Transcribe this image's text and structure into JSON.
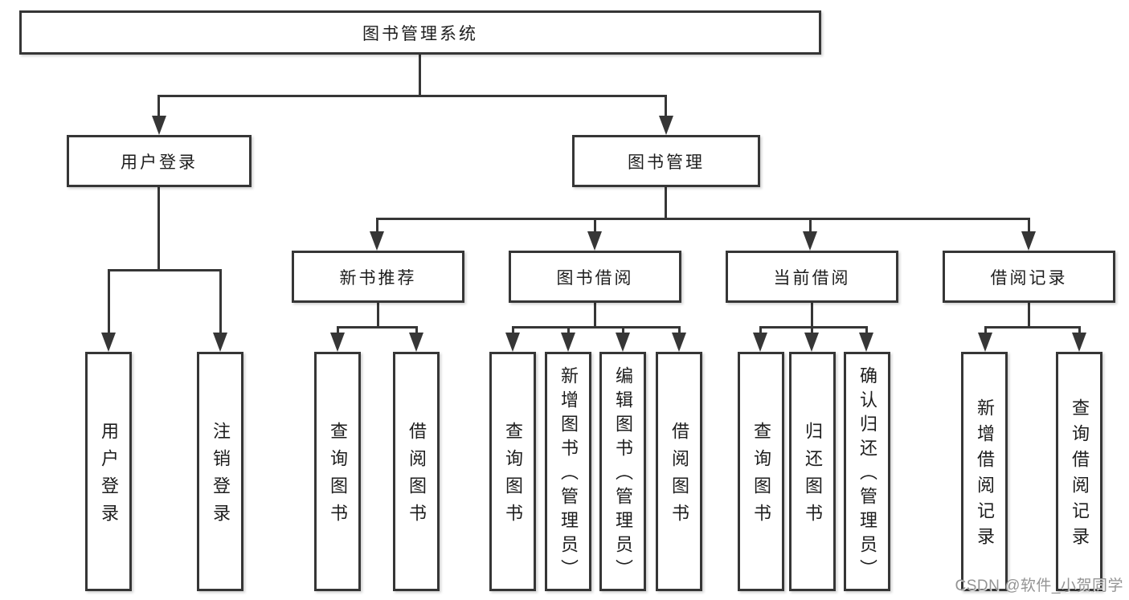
{
  "watermark": "CSDN @软件_小贺同学",
  "colors": {
    "line": "#363636",
    "text": "#1d1d1d",
    "background": "#ffffff",
    "watermark": "#949494"
  },
  "nodes": {
    "root": "图书管理系统",
    "userLogin": "用户登录",
    "bookMgmt": "图书管理",
    "newBookRec": "新书推荐",
    "bookBorrow": "图书借阅",
    "currentBorrow": "当前借阅",
    "borrowRecords": "借阅记录",
    "leafUserLogin": "用户登录",
    "leafLogout": "注销登录",
    "recQuery": "查询图书",
    "recBorrow": "借阅图书",
    "bbQuery": "查询图书",
    "bbAdd": "新增图书（管理员）",
    "bbEdit": "编辑图书（管理员）",
    "bbBorrow": "借阅图书",
    "cbQuery": "查询图书",
    "cbReturn": "归还图书",
    "cbConfirm": "确认归还（管理员）",
    "brAdd": "新增借阅记录",
    "brQuery": "查询借阅记录"
  },
  "hierarchy": {
    "root": [
      "userLogin",
      "bookMgmt"
    ],
    "userLogin": [
      "leafUserLogin",
      "leafLogout"
    ],
    "bookMgmt": [
      "newBookRec",
      "bookBorrow",
      "currentBorrow",
      "borrowRecords"
    ],
    "newBookRec": [
      "recQuery",
      "recBorrow"
    ],
    "bookBorrow": [
      "bbQuery",
      "bbAdd",
      "bbEdit",
      "bbBorrow"
    ],
    "currentBorrow": [
      "cbQuery",
      "cbReturn",
      "cbConfirm"
    ],
    "borrowRecords": [
      "brAdd",
      "brQuery"
    ]
  }
}
